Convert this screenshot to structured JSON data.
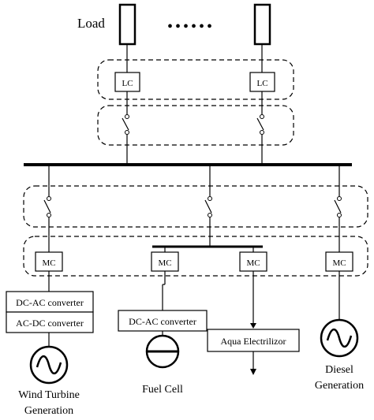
{
  "labels": {
    "load": "Load",
    "ellipsis": "••••••",
    "lc_left": "LC",
    "lc_right": "LC",
    "mc_1": "MC",
    "mc_2": "MC",
    "mc_3": "MC",
    "mc_4": "MC",
    "dcac_wind": "DC-AC converter",
    "acdc_wind": "AC-DC converter",
    "dcac_fuel": "DC-AC converter",
    "aqua": "Aqua Electrilizor",
    "wind_line1": "Wind Turbine",
    "wind_line2": "Generation",
    "fuel_cell": "Fuel Cell",
    "diesel_line1": "Diesel",
    "diesel_line2": "Generation"
  }
}
